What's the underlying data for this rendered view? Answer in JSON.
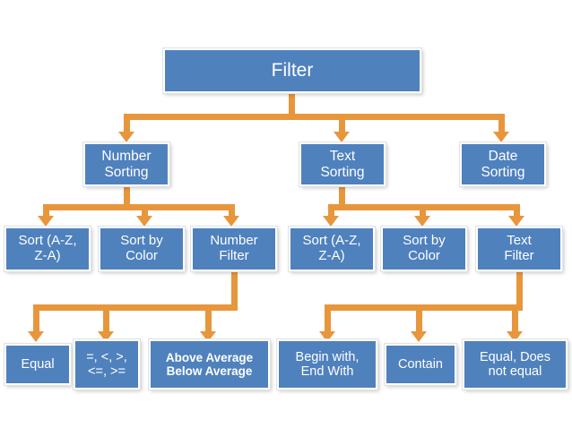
{
  "diagram": {
    "title": "Filter",
    "accent_box_color": "#4f81bd",
    "accent_connector_color": "#e8963c",
    "background_color": "#ffffff",
    "text_color": "#ffffff"
  },
  "nodes": {
    "root": {
      "label": "Filter"
    },
    "level2": [
      {
        "label": "Number\nSorting"
      },
      {
        "label": "Text\nSorting"
      },
      {
        "label": "Date\nSorting"
      }
    ],
    "level3_number": [
      {
        "label": "Sort (A-Z,\nZ-A)"
      },
      {
        "label": "Sort by\nColor"
      },
      {
        "label": "Number\nFilter"
      }
    ],
    "level3_text": [
      {
        "label": "Sort (A-Z,\nZ-A)"
      },
      {
        "label": "Sort by\nColor"
      },
      {
        "label": "Text\nFilter"
      }
    ],
    "level4_number": [
      {
        "label": "Equal",
        "bold": false
      },
      {
        "label": "=, <, >,\n<=, >=",
        "bold": false
      },
      {
        "label": "Above Average\nBelow Average",
        "bold": true
      }
    ],
    "level4_text": [
      {
        "label": "Begin with,\nEnd With",
        "bold": false
      },
      {
        "label": "Contain",
        "bold": false
      },
      {
        "label": "Equal, Does\nnot equal",
        "bold": false
      }
    ]
  }
}
